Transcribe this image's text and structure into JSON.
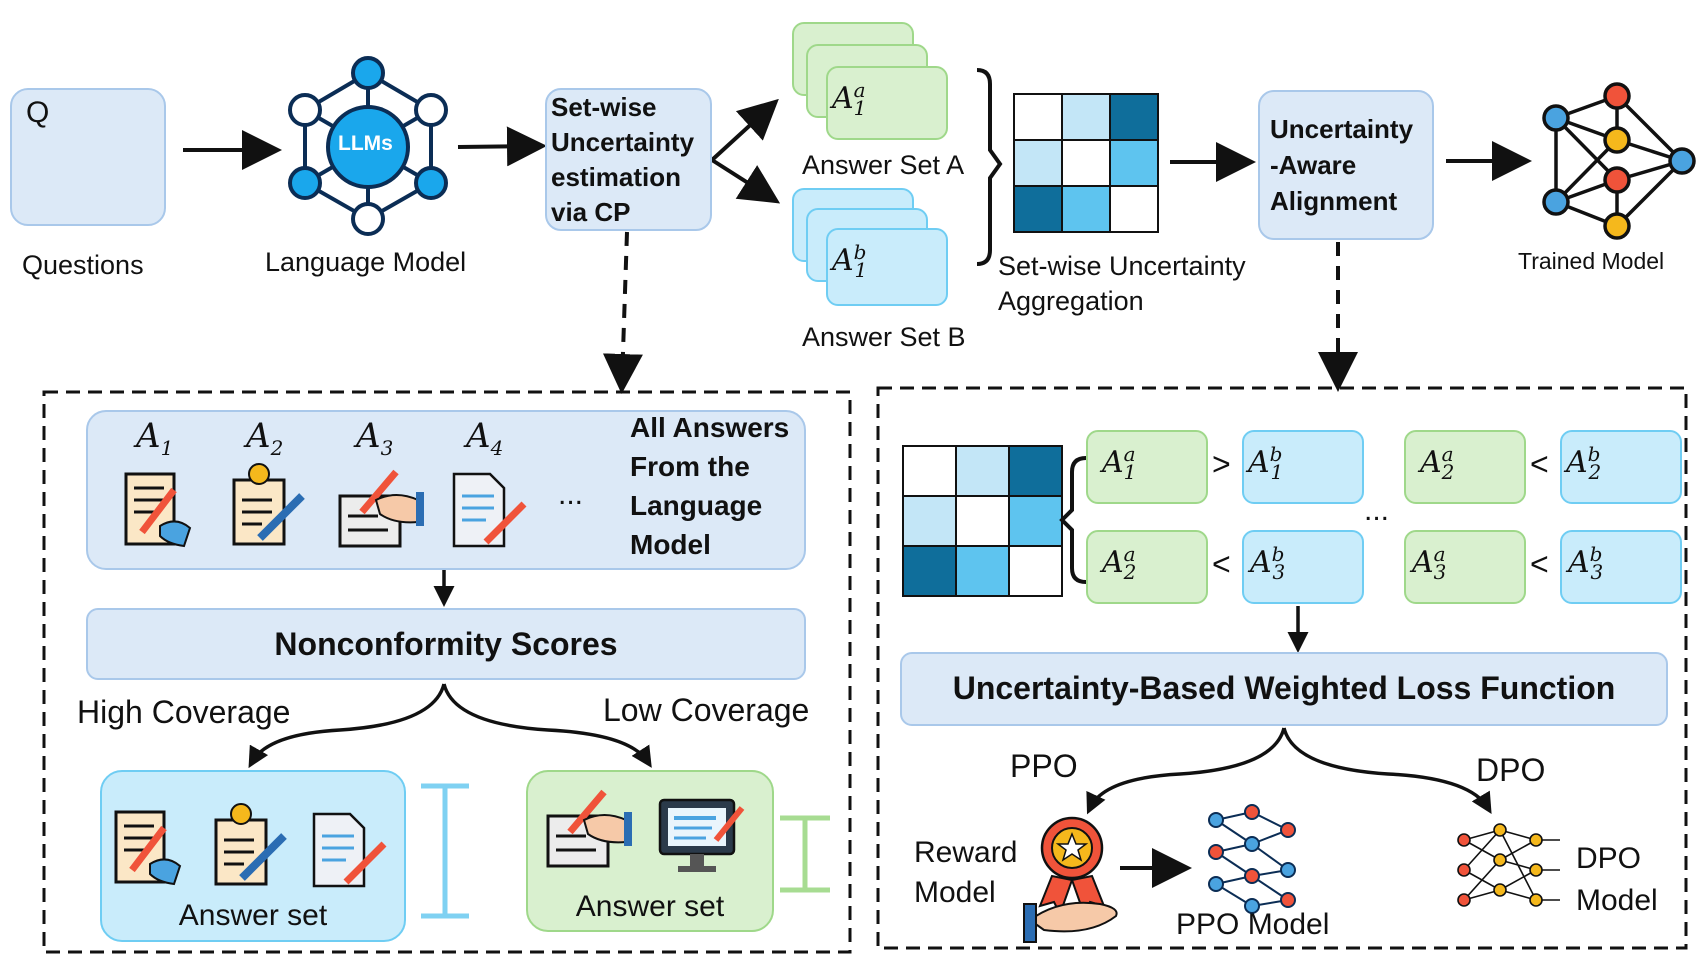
{
  "top": {
    "questions_box_letter": "Q",
    "questions_label": "Questions",
    "llm_badge": "LLMs",
    "language_model_label": "Language Model",
    "cp_box": [
      "Set-wise",
      "Uncertainty",
      "estimation",
      "via CP"
    ],
    "answer_set_a_label": "Answer Set A",
    "answer_set_b_label": "Answer Set B",
    "aggregation_label": [
      "Set-wise Uncertainty",
      "Aggregation"
    ],
    "alignment_box": [
      "Uncertainty",
      "-Aware",
      "Alignment"
    ],
    "trained_model_label": "Trained Model",
    "stack_a": {
      "base": "A",
      "sub": "1",
      "sup": "a"
    },
    "stack_b": {
      "base": "A",
      "sub": "1",
      "sup": "b"
    }
  },
  "matrix_colors": {
    "white": "#ffffff",
    "light": "#c3e6f7",
    "mid": "#5ec4ef",
    "dark": "#0f6e9b"
  },
  "left_panel": {
    "answers": [
      {
        "base": "A",
        "sub": "1"
      },
      {
        "base": "A",
        "sub": "2"
      },
      {
        "base": "A",
        "sub": "3"
      },
      {
        "base": "A",
        "sub": "4"
      }
    ],
    "ellipsis": "...",
    "all_answers_title": [
      "All Answers",
      "From the",
      "Language",
      "Model"
    ],
    "nonconformity": "Nonconformity Scores",
    "high_coverage": "High Coverage",
    "low_coverage": "Low Coverage",
    "answer_set_cyan": "Answer set",
    "answer_set_green": "Answer set"
  },
  "right_panel": {
    "pairs": [
      {
        "left": {
          "base": "A",
          "sub": "1",
          "sup": "a"
        },
        "op": ">",
        "right": {
          "base": "A",
          "sub": "1",
          "sup": "b"
        }
      },
      {
        "left": {
          "base": "A",
          "sub": "2",
          "sup": "a"
        },
        "op": "<",
        "right": {
          "base": "A",
          "sub": "2",
          "sup": "b"
        }
      },
      {
        "left": {
          "base": "A",
          "sub": "2",
          "sup": "a"
        },
        "op": "<",
        "right": {
          "base": "A",
          "sub": "3",
          "sup": "b"
        }
      },
      {
        "left": {
          "base": "A",
          "sub": "3",
          "sup": "a"
        },
        "op": "<",
        "right": {
          "base": "A",
          "sub": "3",
          "sup": "b"
        }
      }
    ],
    "ellipsis": "...",
    "loss_function": "Uncertainty-Based Weighted Loss Function",
    "ppo_label": "PPO",
    "dpo_label": "DPO",
    "reward_model": [
      "Reward",
      "Model"
    ],
    "ppo_model": "PPO Model",
    "dpo_model": [
      "DPO",
      "Model"
    ]
  }
}
